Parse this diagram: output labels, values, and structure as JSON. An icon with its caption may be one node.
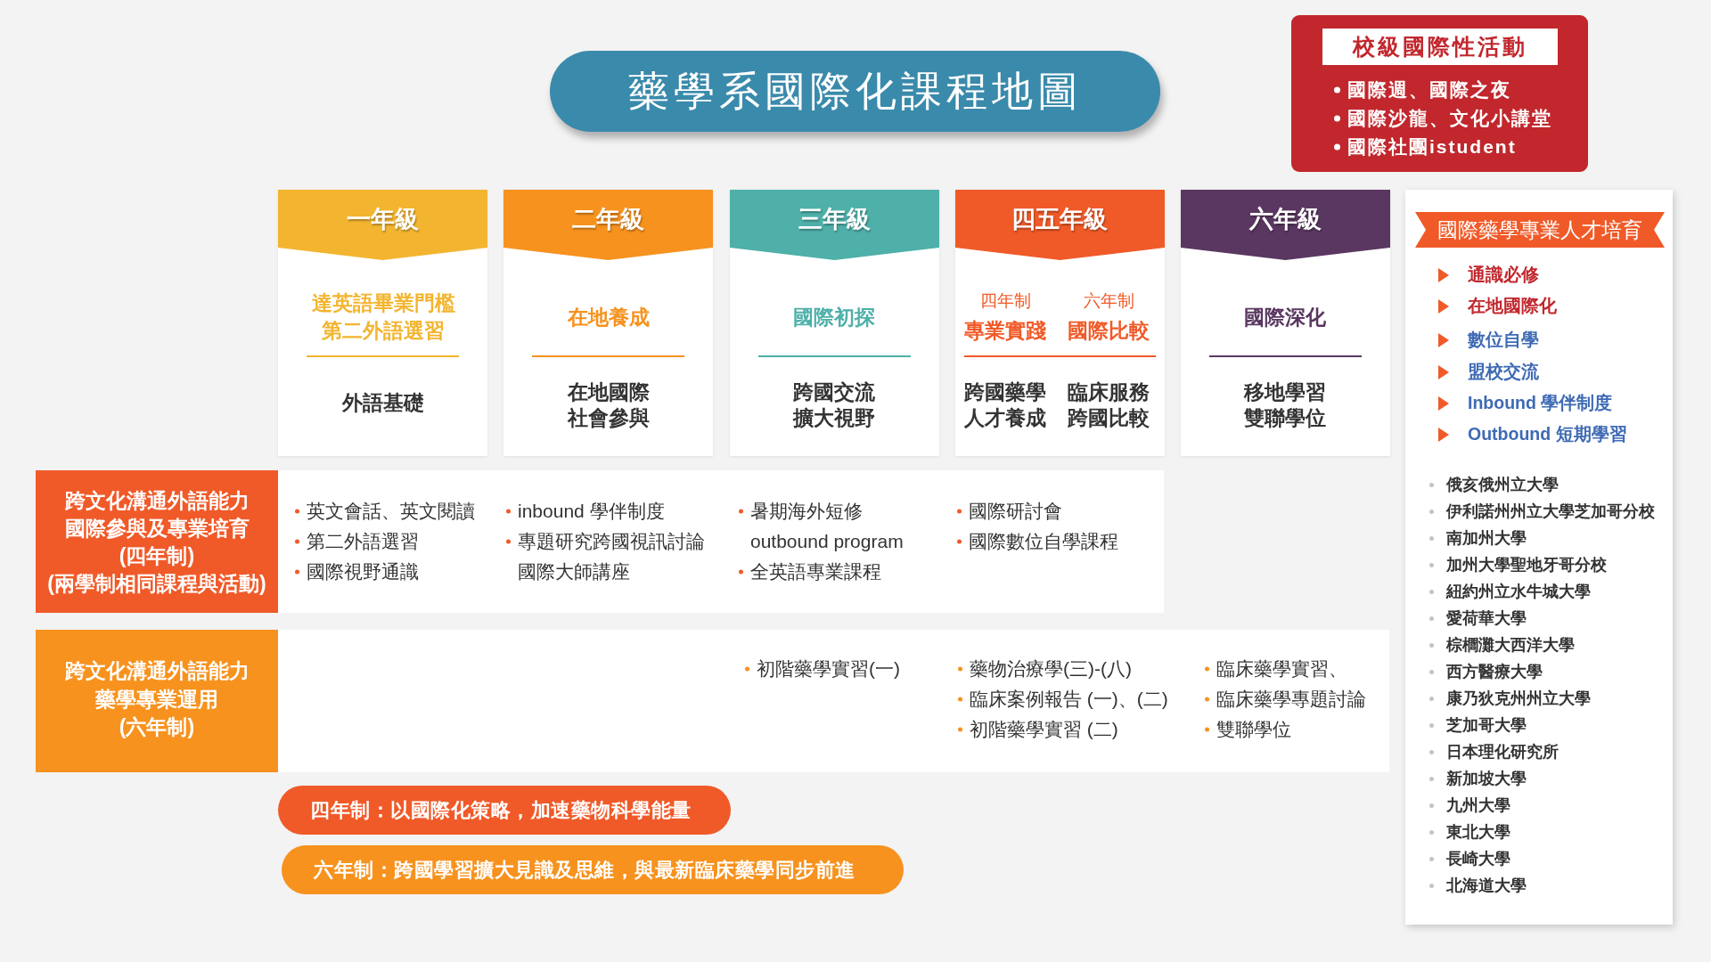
{
  "diagram": {
    "title": "藥學系國際化課程地圖",
    "nodes": [
      {
        "text": [
          "國際週、國際之夜",
          "國際沙龍、文化小講堂",
          "國際社團istudent"
        ]
      },
      {
        "text": [
          "校級國際性活動"
        ],
        "in": 0
      },
      {
        "text": [
          "達英語畢業門檻",
          "第二外語選習",
          "外語基礎"
        ]
      },
      {
        "text": [
          "一年級"
        ],
        "in": 2
      },
      {
        "text": [
          "在地養成",
          "在地國際",
          "社會參與"
        ]
      },
      {
        "text": [
          "二年級"
        ],
        "in": 4
      },
      {
        "text": [
          "國際初探",
          "跨國交流",
          "擴大視野"
        ]
      },
      {
        "text": [
          "三年級"
        ],
        "in": 6
      },
      {
        "text": [
          "四年制",
          "專業實踐",
          "跨國藥學",
          "人才養成",
          "六年制",
          "國際比較",
          "臨床服務",
          "跨國比較"
        ]
      },
      {
        "text": [
          "四五年級"
        ],
        "in": 8
      },
      {
        "text": [
          "國際深化",
          "移地學習",
          "雙聯學位"
        ]
      },
      {
        "text": [
          "六年級"
        ],
        "in": 10
      },
      {
        "text": [
          "跨文化溝通外語能力",
          "國際參與及專業培育",
          "(四年制)",
          "(兩學制相同課程與活動)"
        ]
      },
      {
        "text": [
          "英文會話、英文閱讀",
          "第二外語選習",
          "國際視野通識",
          "inbound 學伴制度",
          "專題研究跨國視訊討論",
          "國際大師講座",
          "暑期海外短修",
          "outbound program",
          "全英語專業課程",
          "國際研討會",
          "國際數位自學課程"
        ]
      },
      {
        "text": [
          "跨文化溝通外語能力",
          "藥學專業運用",
          "(六年制)"
        ]
      },
      {
        "text": [
          "初階藥學實習(一)",
          "藥物治療學(三)-(八)",
          "臨床案例報告 (一)、(二)",
          "初階藥學實習 (二)",
          "臨床藥學實習、",
          "臨床藥學專題討論",
          "雙聯學位"
        ]
      },
      {
        "text": [
          "四年制：以國際化策略，加速藥物科學能量"
        ]
      },
      {
        "text": [
          "六年制：跨國學習擴大見識及思維，與最新臨床藥學同步前進"
        ]
      },
      {
        "text": [
          "通識必修",
          "在地國際化",
          "數位自學",
          "盟校交流",
          "Inbound 學伴制度",
          "Outbound 短期學習",
          "俄亥俄州立大學",
          "伊利諾州州立大學芝加哥分校",
          "南加州大學",
          "加州大學聖地牙哥分校",
          "紐約州立水牛城大學",
          "愛荷華大學",
          "棕櫚灘大西洋大學",
          "西方醫療大學",
          "康乃狄克州州立大學",
          "芝加哥大學",
          "日本理化研究所",
          "新加坡大學",
          "九州大學",
          "東北大學",
          "長崎大學",
          "北海道大學"
        ]
      },
      {
        "text": [
          "國際藥學專業人才培育"
        ],
        "in": 18
      }
    ]
  }
}
